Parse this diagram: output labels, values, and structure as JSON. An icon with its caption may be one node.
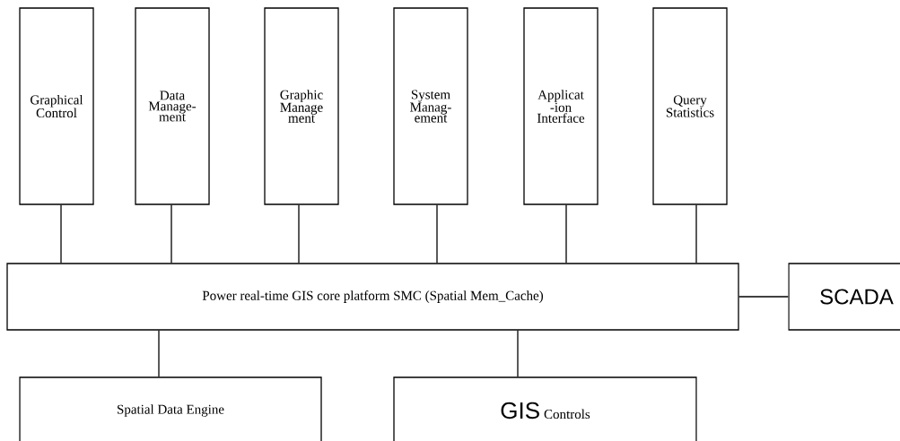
{
  "diagram": {
    "nodes": [
      {
        "text": [
          "Graphical Control"
        ]
      },
      {
        "text": [
          "Data Manage- ment"
        ]
      },
      {
        "text": [
          "Graphic Manage ment"
        ]
      },
      {
        "text": [
          "System Manag- ement"
        ]
      },
      {
        "text": [
          "Applicat -ion Interface"
        ]
      },
      {
        "text": [
          "Query Statistics"
        ]
      },
      {
        "text": [
          "Power real-time GIS core platform SMC (Spatial Mem_Cache)"
        ]
      },
      {
        "text": [
          "SCADA"
        ]
      },
      {
        "text": [
          "Spatial Data Engine"
        ]
      },
      {
        "text": [
          "GIS",
          "Controls"
        ]
      }
    ],
    "edges": [
      {
        "from": 0,
        "to": 6,
        "arrow": "none"
      },
      {
        "from": 1,
        "to": 6,
        "arrow": "none"
      },
      {
        "from": 2,
        "to": 6,
        "arrow": "none"
      },
      {
        "from": 3,
        "to": 6,
        "arrow": "none"
      },
      {
        "from": 4,
        "to": 6,
        "arrow": "none"
      },
      {
        "from": 5,
        "to": 6,
        "arrow": "none"
      },
      {
        "from": 6,
        "to": 7,
        "arrow": "none"
      },
      {
        "from": 6,
        "to": 8,
        "arrow": "none"
      },
      {
        "from": 6,
        "to": 9,
        "arrow": "none"
      }
    ]
  }
}
